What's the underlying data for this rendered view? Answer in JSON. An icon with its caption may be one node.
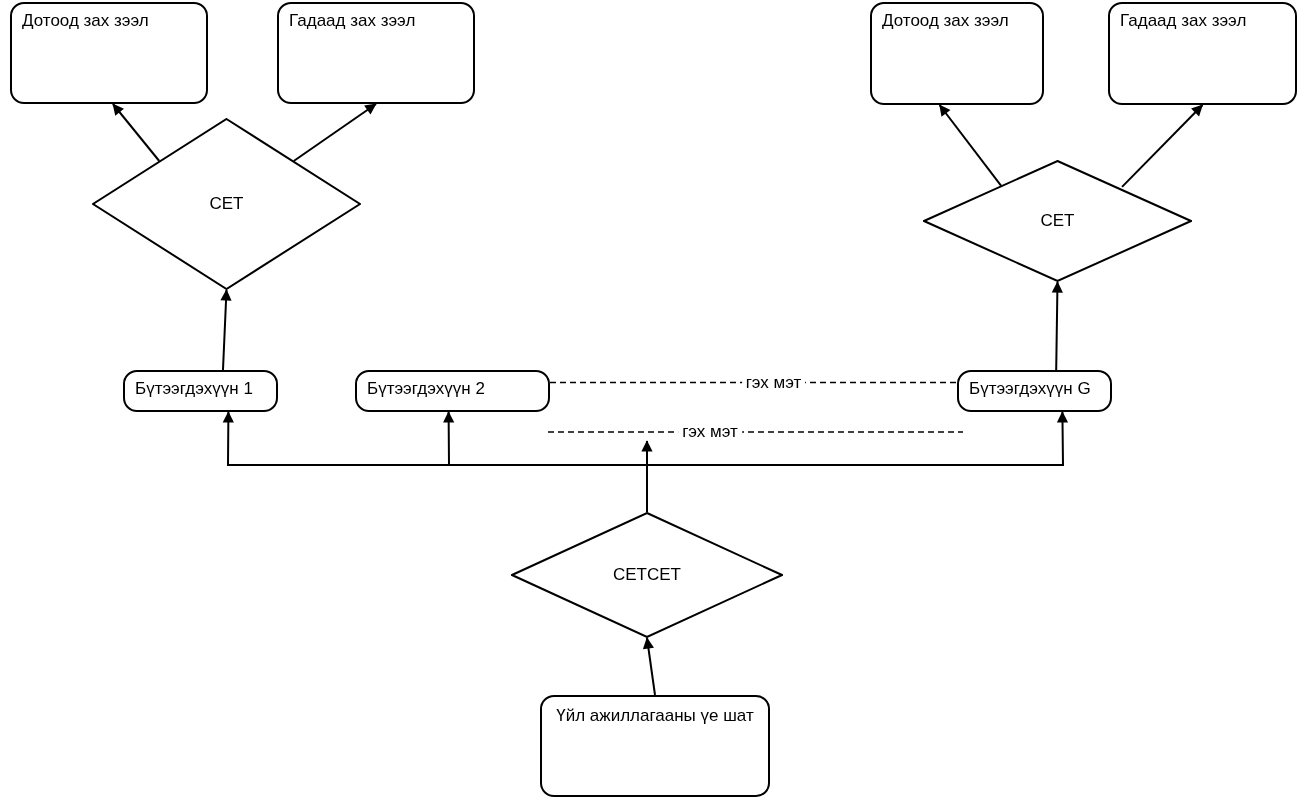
{
  "diagram": {
    "nodes": [
      {
        "text": [
          "Дотоод зах зээл"
        ]
      },
      {
        "text": [
          "Гадаад зах зээл"
        ]
      },
      {
        "text": [
          "CET"
        ]
      },
      {
        "text": [
          "Дотоод зах зээл"
        ]
      },
      {
        "text": [
          "Гадаад зах зээл"
        ]
      },
      {
        "text": [
          "CET"
        ]
      },
      {
        "text": [
          "Бүтээгдэхүүн 1"
        ]
      },
      {
        "text": [
          "Бүтээгдэхүүн 2"
        ]
      },
      {
        "text": [
          "Бүтээгдэхүүн G"
        ]
      },
      {
        "text": [
          "CETCET"
        ]
      },
      {
        "text": [
          "Үйл ажиллагааны үе шат"
        ]
      }
    ],
    "edges": [
      {
        "from": 10,
        "to": 9,
        "arrow": "to"
      },
      {
        "from": 9,
        "to": 6,
        "arrow": "to"
      },
      {
        "from": 9,
        "to": 7,
        "arrow": "to"
      },
      {
        "from": 9,
        "to": 8,
        "arrow": "to"
      },
      {
        "from": 9,
        "to": null,
        "arrow": "to"
      },
      {
        "from": 7,
        "to": 8,
        "arrow": "none",
        "style": "dashed",
        "label": "гэх мэт"
      },
      {
        "from": 6,
        "to": 2,
        "arrow": "to"
      },
      {
        "from": 2,
        "to": 0,
        "arrow": "to"
      },
      {
        "from": 2,
        "to": 1,
        "arrow": "to"
      },
      {
        "from": 8,
        "to": 5,
        "arrow": "to"
      },
      {
        "from": 5,
        "to": 3,
        "arrow": "to"
      },
      {
        "from": 5,
        "to": 4,
        "arrow": "to"
      }
    ],
    "labels": [
      "гэх мэт"
    ]
  }
}
